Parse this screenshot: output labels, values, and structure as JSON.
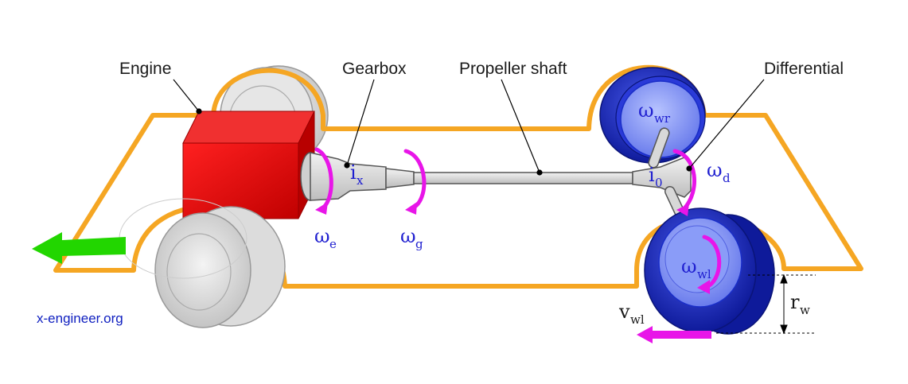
{
  "labels": {
    "engine": "Engine",
    "gearbox": "Gearbox",
    "propeller_shaft": "Propeller shaft",
    "differential": "Differential"
  },
  "symbols": {
    "omega": "ω",
    "omega_e_sub": "e",
    "omega_g_sub": "g",
    "omega_wr_sub": "wr",
    "omega_wl_sub": "wl",
    "omega_d_sub": "d",
    "i": "i",
    "i_x_sub": "x",
    "i_0_sub": "0",
    "v": "v",
    "v_wl_sub": "wl",
    "r": "r",
    "r_w_sub": "w"
  },
  "watermark": "x-engineer.org",
  "colors": {
    "chassis": "#f5a623",
    "engine": "#e01010",
    "wheel_blue": "#1a2ec8",
    "wheel_grey": "#d8d8d8",
    "rotation_arrow": "#e815e8",
    "forward_arrow": "#22d600",
    "velocity_arrow": "#e815e8",
    "symbol_text": "#2020d0"
  }
}
